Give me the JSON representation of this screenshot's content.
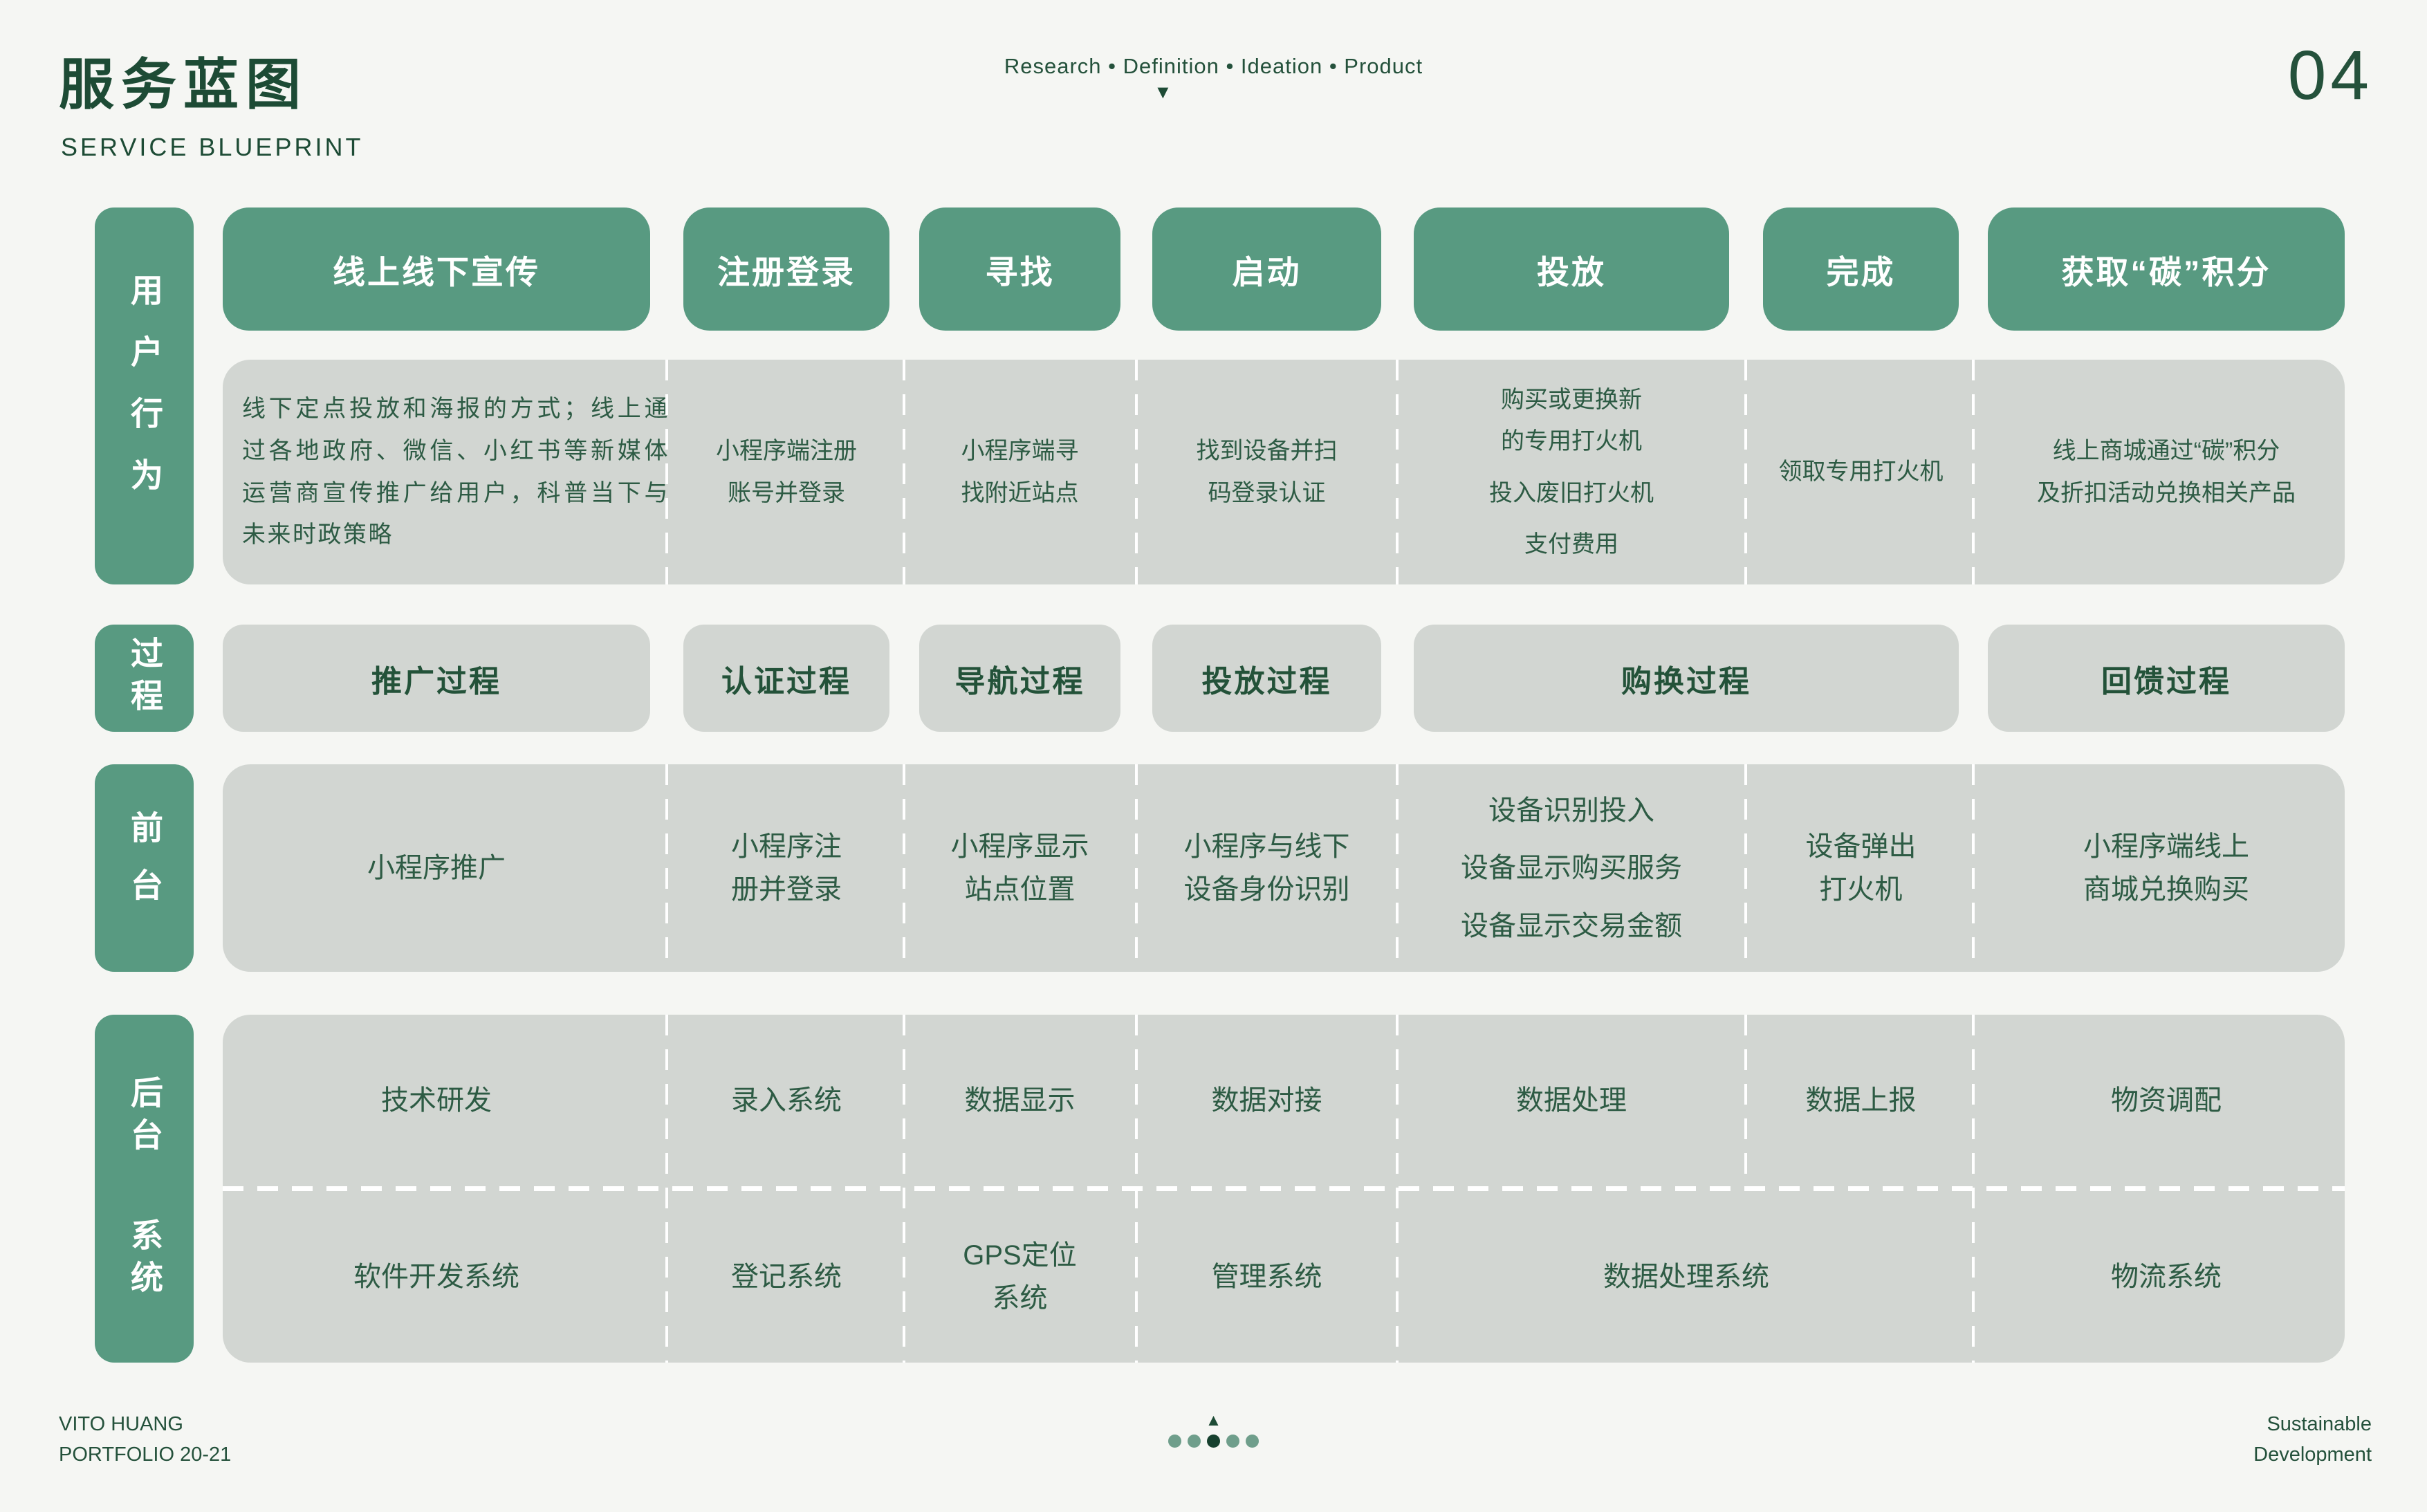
{
  "header": {
    "title_cn": "服务蓝图",
    "title_en": "SERVICE BLUEPRINT",
    "nav": "Research • Definition • Ideation • Product",
    "nav_marker": "▼",
    "page_number": "04"
  },
  "sidebar": {
    "user_behavior": "用户行为",
    "process": "过程",
    "frontstage": "前台",
    "backstage_part1": "后台",
    "backstage_part2": "系统"
  },
  "stages": [
    "线上线下宣传",
    "注册登录",
    "寻找",
    "启动",
    "投放",
    "完成",
    "获取“碳”积分"
  ],
  "user_behavior": {
    "promotion": "线下定点投放和海报的方式；线上通过各地政府、微信、小红书等新媒体运营商宣传推广给用户，科普当下与未来时政策略",
    "register": "小程序端注册\n账号并登录",
    "find": "小程序端寻\n找附近站点",
    "start": "找到设备并扫\n码登录认证",
    "deposit": [
      "购买或更换新\n的专用打火机",
      "投入废旧打火机",
      "支付费用"
    ],
    "finish": "领取专用打火机",
    "points": "线上商城通过“碳”积分\n及折扣活动兑换相关产品"
  },
  "process": [
    "推广过程",
    "认证过程",
    "导航过程",
    "投放过程",
    "购换过程",
    "回馈过程"
  ],
  "frontstage": {
    "promotion": "小程序推广",
    "register": "小程序注\n册并登录",
    "find": "小程序显示\n站点位置",
    "start": "小程序与线下\n设备身份识别",
    "deposit": [
      "设备识别投入",
      "设备显示购买服务",
      "设备显示交易金额"
    ],
    "finish": "设备弹出\n打火机",
    "points": "小程序端线上\n商城兑换购买"
  },
  "backstage": {
    "top": [
      "技术研发",
      "录入系统",
      "数据显示",
      "数据对接",
      "数据处理",
      "数据上报",
      "物资调配"
    ],
    "bottom": [
      "软件开发系统",
      "登记系统",
      "GPS定位\n系统",
      "管理系统",
      "数据处理系统",
      "物流系统"
    ]
  },
  "footer": {
    "left_line1": "VITO HUANG",
    "left_line2": "PORTFOLIO 20-21",
    "right_line1": "Sustainable",
    "right_line2": "Development",
    "marker": "▲",
    "dots_count": 5,
    "active_dot": 3
  },
  "colors": {
    "accent_green": "#589a81",
    "dark_green": "#1d4b35",
    "text_green": "#2d5b44",
    "cell_gray": "#d2d6d2",
    "background": "#f5f6f3"
  }
}
